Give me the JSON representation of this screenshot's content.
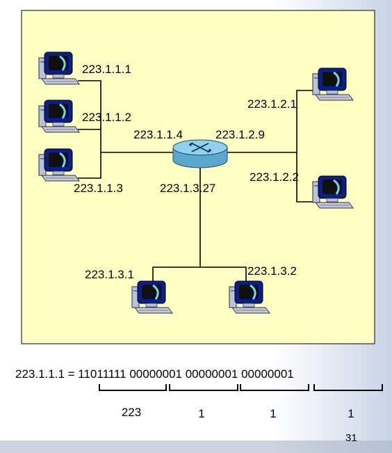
{
  "interfaces": {
    "h1": "223.1.1.1",
    "h2": "223.1.1.2",
    "h3": "223.1.1.3",
    "r1": "223.1.1.4",
    "r2": "223.1.2.9",
    "r3": "223.1.3.27",
    "h4": "223.1.2.1",
    "h5": "223.1.2.2",
    "h6": "223.1.3.1",
    "h7": "223.1.3.2"
  },
  "binary": {
    "prefix": "223.1.1.1 = ",
    "octets": [
      "11011111",
      "00000001",
      "00000001",
      "00000001"
    ],
    "decimals": [
      "223",
      "1",
      "1",
      "1"
    ]
  },
  "page_number": "31",
  "colors": {
    "panel": "#ffffc4",
    "router": "#7fc5e6",
    "monitor": "#0b1f8a"
  }
}
